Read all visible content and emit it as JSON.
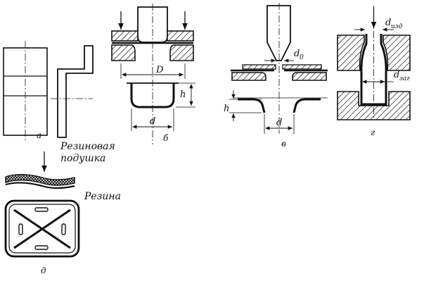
{
  "figure": {
    "captions": {
      "a": "а",
      "b": "б",
      "v": "в",
      "g": "г",
      "d": "д"
    },
    "labels": {
      "rubber_cushion_line1": "Резиновая",
      "rubber_cushion_line2": "подушка",
      "rubber": "Резина"
    },
    "dimensions": {
      "D": "D",
      "h_b": "h",
      "d_b": "d",
      "d0_main": "d",
      "d0_sub": "0",
      "h_v": "h",
      "d_v": "d",
      "d_izd_main": "d",
      "d_izd_sub": "изд",
      "d_zag_main": "d",
      "d_zag_sub": "заг"
    }
  }
}
